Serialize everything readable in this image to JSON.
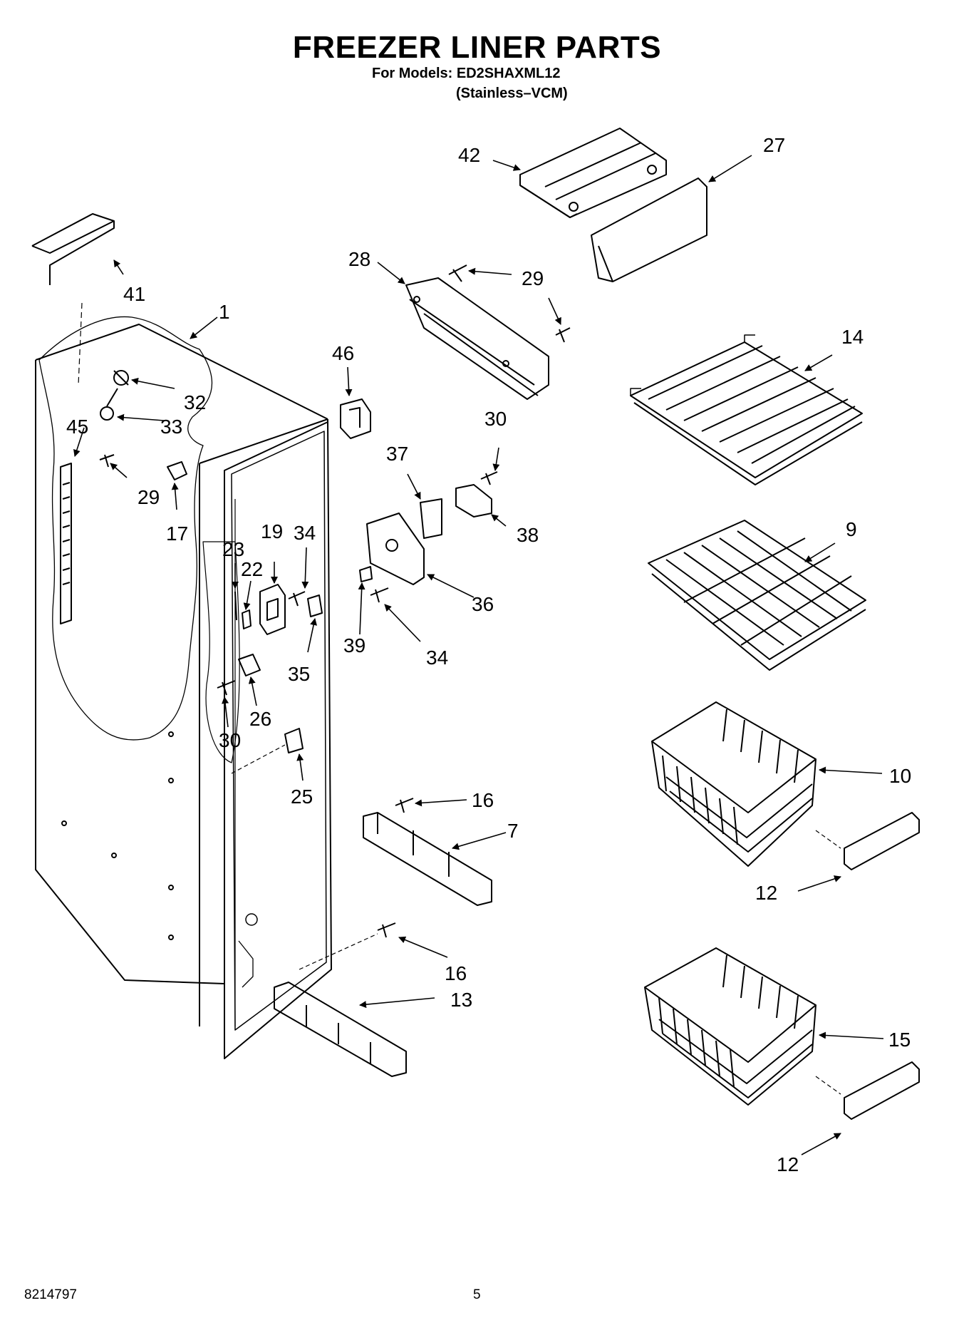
{
  "header": {
    "title": "FREEZER LINER PARTS",
    "models_line": "For Models: ED2SHAXML12",
    "finish_line": "(Stainless–VCM)"
  },
  "callouts": {
    "c42": "42",
    "c27": "27",
    "c28": "28",
    "c29a": "29",
    "c41": "41",
    "c1": "1",
    "c46": "46",
    "c14": "14",
    "c32": "32",
    "c33": "33",
    "c45": "45",
    "c30a": "30",
    "c29b": "29",
    "c17": "17",
    "c37": "37",
    "c38": "38",
    "c9": "9",
    "c23": "23",
    "c19": "19",
    "c34a": "34",
    "c22": "22",
    "c36": "36",
    "c39": "39",
    "c34b": "34",
    "c35": "35",
    "c26": "26",
    "c30b": "30",
    "c10": "10",
    "c25": "25",
    "c16a": "16",
    "c7": "7",
    "c12a": "12",
    "c16b": "16",
    "c13": "13",
    "c15": "15",
    "c12b": "12"
  },
  "footer": {
    "doc_number": "8214797",
    "page_number": "5"
  }
}
